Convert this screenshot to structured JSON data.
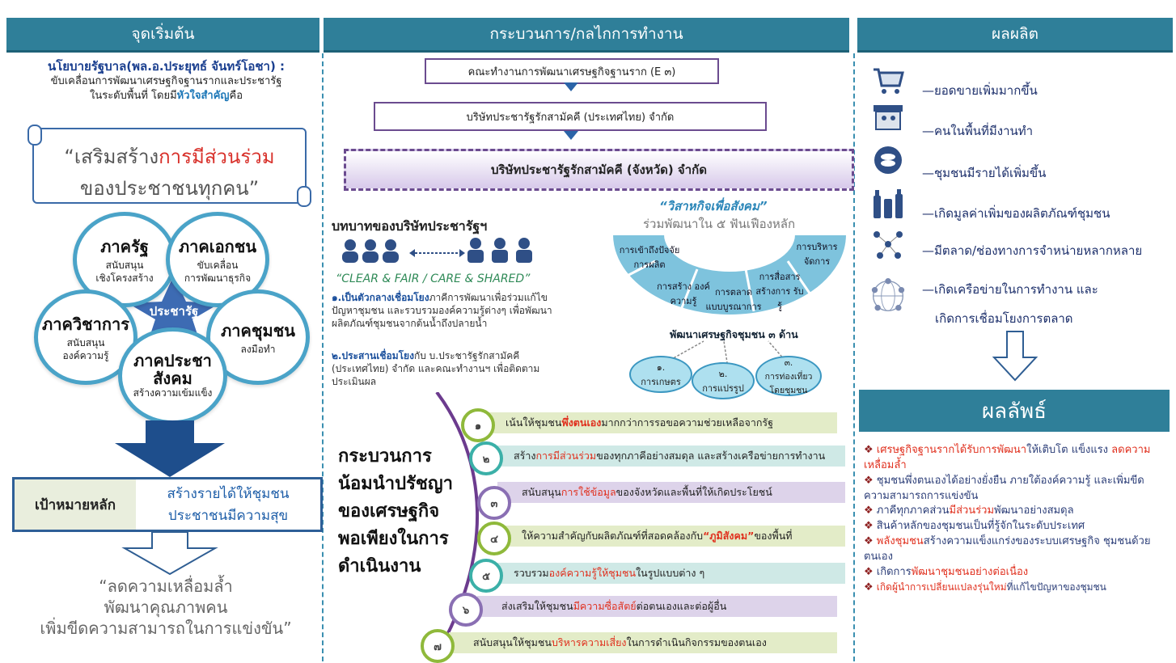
{
  "title": "(ภาพตัดบนสุด)",
  "headers": {
    "left": "จุดเริ่มต้น",
    "middle": "กระบวนการ/กลไกการทำงาน",
    "right": "ผลผลิต"
  },
  "left": {
    "policy_title": "นโยบายรัฐบาล(พล.อ.ประยุทธ์ จันทร์โอชา) :",
    "policy_line1": "ขับเคลื่อนการพัฒนาเศรษฐกิจฐานรากและประชารัฐ",
    "policy_line2_a": "ในระดับพื้นที่ โดยมี",
    "policy_line2_b": "หัวใจสำคัญ",
    "policy_line2_c": "คือ",
    "scroll_a": "“เสริมสร้าง",
    "scroll_b": "การมีส่วนร่วม",
    "scroll_c": "ของประชาชนทุกคน”",
    "center": "ประชารัฐ",
    "petals": [
      {
        "title": "ภาครัฐ",
        "sub1": "สนับสนุน",
        "sub2": "เชิงโครงสร้าง"
      },
      {
        "title": "ภาคเอกชน",
        "sub1": "ขับเคลื่อน",
        "sub2": "การพัฒนาธุรกิจ"
      },
      {
        "title": "ภาควิชาการ",
        "sub1": "สนับสนุน",
        "sub2": "องค์ความรู้"
      },
      {
        "title": "ภาคชุมชน",
        "sub1": "ลงมือทำ",
        "sub2": ""
      },
      {
        "title": "ภาคประชา",
        "title2": "สังคม",
        "sub1": "สร้างความเข้มแข็ง",
        "sub2": ""
      }
    ],
    "goal_label": "เป้าหมายหลัก",
    "goal_text1": "สร้างรายได้ให้ชุมชน",
    "goal_text2": "ประชาชนมีความสุข",
    "final1": "“ลดความเหลื่อมล้ำ",
    "final2": "พัฒนาคุณภาพคน",
    "final3": "เพิ่มขีดความสามารถในการแข่งขัน”"
  },
  "middle": {
    "box1": "คณะทำงานการพัฒนาเศรษฐกิจฐานราก (E ๓)",
    "box2": "บริษัทประชารัฐรักสามัคคี (ประเทศไทย) จำกัด",
    "box3": "บริษัทประชารัฐรักสามัคคี (จังหวัด) จำกัด",
    "role_title": "บทบาทของบริษัทประชารัฐฯ",
    "motto": "“CLEAR & FAIR / CARE & SHARED”",
    "role1_a": "๑.",
    "role1_b": "เป็นตัวกลางเชื่อมโยง",
    "role1_c": "ภาคีการพัฒนาเพื่อร่วมแก้ไข ปัญหาชุมชน และรวบรวมองค์ความรู้ต่างๆ เพื่อพัฒนาผลิตภัณฑ์ชุมชนจากต้นน้ำถึงปลายน้ำ",
    "role2_a": "๒.",
    "role2_b": "ประสานเชื่อมโยง",
    "role2_c": "กับ บ.ประชารัฐรักสามัคคี (ประเทศไทย) จำกัด และคณะทำงานฯ เพื่อติดตาม ประเมินผล",
    "se_title": "“วิสาหกิจเพื่อสังคม”",
    "se_sub": "ร่วมพัฒนาใน ๕ ฟันเฟืองหลัก",
    "gears": [
      "การเข้าถึงปัจจัย การผลิต",
      "การสร้าง องค์ความรู้",
      "การตลาด แบบบูรณาการ",
      "การสื่อสาร สร้างการ รับรู้",
      "การบริหาร จัดการ"
    ],
    "dev_title": "พัฒนาเศรษฐกิจชุมชน ๓ ด้าน",
    "dev": [
      {
        "n": "๑.",
        "t": "การเกษตร"
      },
      {
        "n": "๒.",
        "t": "การแปรรูป"
      },
      {
        "n": "๓.",
        "t": "การท่องเที่ยว โดยชุมชน"
      }
    ],
    "process1": "กระบวนการ",
    "process2": "น้อมนำปรัชญา",
    "process3": "ของเศรษฐกิจ",
    "process4": "พอเพียงในการ",
    "process5": "ดำเนินงาน",
    "steps": [
      {
        "n": "๑",
        "a": "เน้นให้ชุมชน",
        "b": "พึ่งตนเอง",
        "c": "มากกว่าการรอขอความช่วยเหลือจากรัฐ"
      },
      {
        "n": "๒",
        "a": "สร้าง",
        "b": "การมีส่วนร่วม",
        "c": "ของทุกภาคีอย่างสมดุล และสร้างเครือข่ายการทำงาน"
      },
      {
        "n": "๓",
        "a": "สนับสนุน",
        "b": "การใช้ข้อมูล",
        "c": "ของจังหวัดและพื้นที่ให้เกิดประโยชน์"
      },
      {
        "n": "๔",
        "a": "ให้ความสำคัญกับผลิตภัณฑ์ที่สอดคล้องกับ ",
        "b": "“ภูมิสังคม”",
        "c": " ของพื้นที่"
      },
      {
        "n": "๕",
        "a": "รวบรวม",
        "b": "องค์ความรู้ให้ชุมชน",
        "c": "ในรูปแบบต่าง ๆ"
      },
      {
        "n": "๖",
        "a": "ส่งเสริมให้ชุมชน",
        "b": "มีความซื่อสัตย์",
        "c": "ต่อตนเองและต่อผู้อื่น"
      },
      {
        "n": "๗",
        "a": "สนับสนุนให้ชุมชน",
        "b": "บริหารความเสี่ยง",
        "c": "ในการดำเนินกิจกรรมของตนเอง"
      }
    ]
  },
  "right": {
    "outputs": [
      "ยอดขายเพิ่มมากขึ้น",
      "คนในพื้นที่มีงานทำ",
      "ชุมชนมีรายได้เพิ่มขึ้น",
      "เกิดมูลค่าเพิ่มของผลิตภัณฑ์ชุมชน",
      "มีตลาด/ช่องทางการจำหน่ายหลากหลาย",
      "เกิดเครือข่ายในการทำงาน และ",
      "เกิดการเชื่อมโยงการตลาด"
    ],
    "outcome_title": "ผลลัพธ์",
    "outcomes": [
      {
        "a": "เศรษฐกิจฐานรากได้รับ",
        "b": "การพัฒนา",
        "c": "ให้เติบโต แข็งแรง ",
        "d": "ลดความเหลื่อมล้ำ"
      },
      {
        "a": "ชุมชนพึ่งตนเองได้อย่างยั่งยืน ภายใต้องค์ความรู้ และเพิ่มขีดความสามารถการแข่งขัน",
        "b": "",
        "c": "",
        "d": ""
      },
      {
        "a": "ภาคีทุกภาคส่วน",
        "b": "มีส่วนร่วม",
        "c": "พัฒนาอย่างสมดุล",
        "d": ""
      },
      {
        "a": "สินค้าหลักของชุมชนเป็นที่รู้จักในระดับประเทศ",
        "b": "",
        "c": "",
        "d": ""
      },
      {
        "a": "พลังชุมชน",
        "b": "สร้างความแข็งแกร่งของระบบเศรษฐกิจ ชุมชนด้วยตนเอง",
        "c": "",
        "d": ""
      },
      {
        "a": "เกิดการ",
        "b": "พัฒนาชุมชนอย่างต่อเนื่อง",
        "c": "",
        "d": ""
      },
      {
        "a": "เกิดผู้นำการเปลี่ยนแปลงรุ่นใหม่",
        "b": "ที่แก้ไขปัญหาของชุมชน",
        "c": "",
        "d": ""
      }
    ]
  }
}
